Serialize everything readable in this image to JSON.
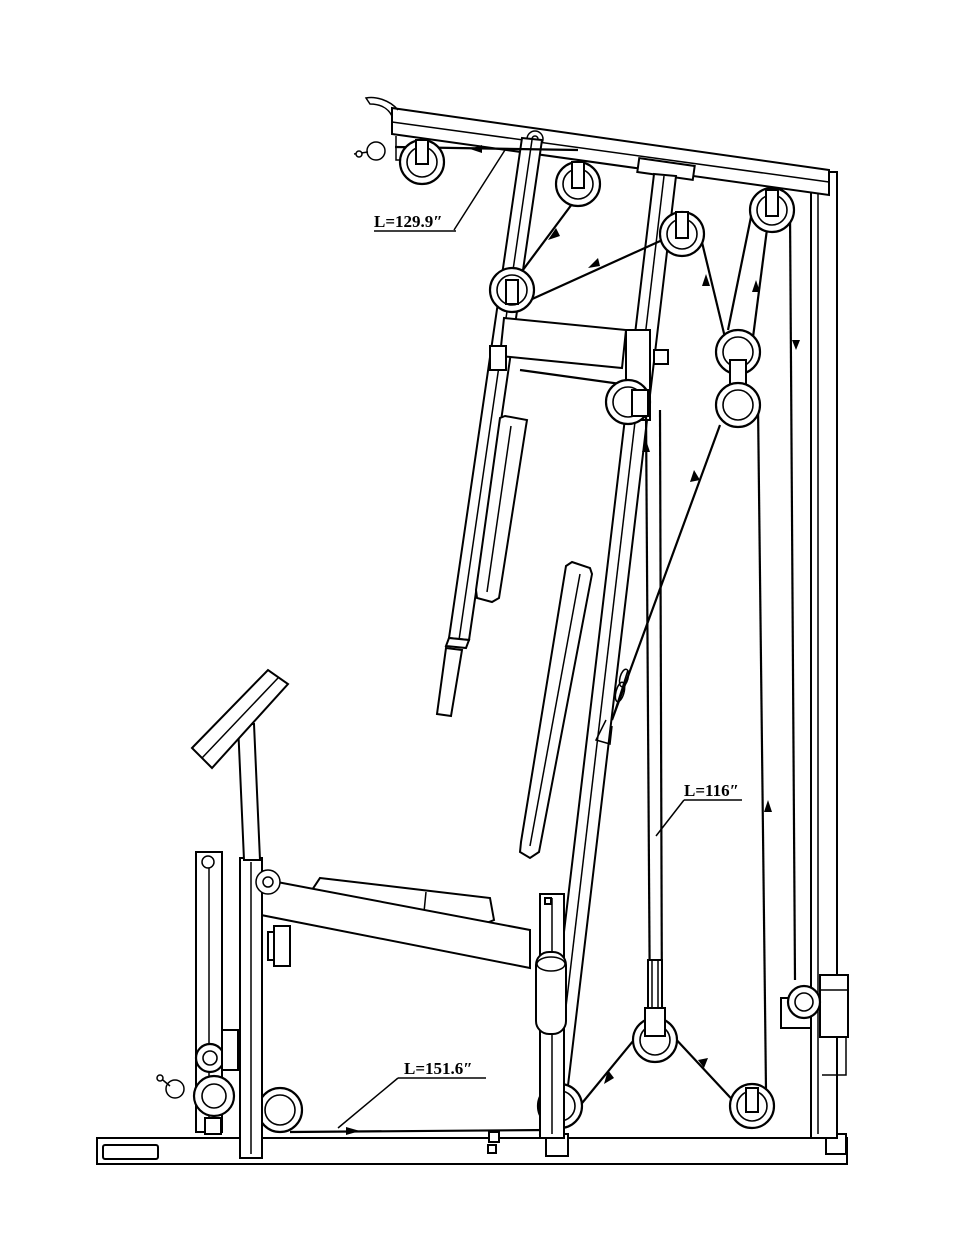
{
  "diagram": {
    "cable_labels": {
      "top": "L=129.9″",
      "middle": "L=116″",
      "bottom": "L=151.6″"
    }
  }
}
